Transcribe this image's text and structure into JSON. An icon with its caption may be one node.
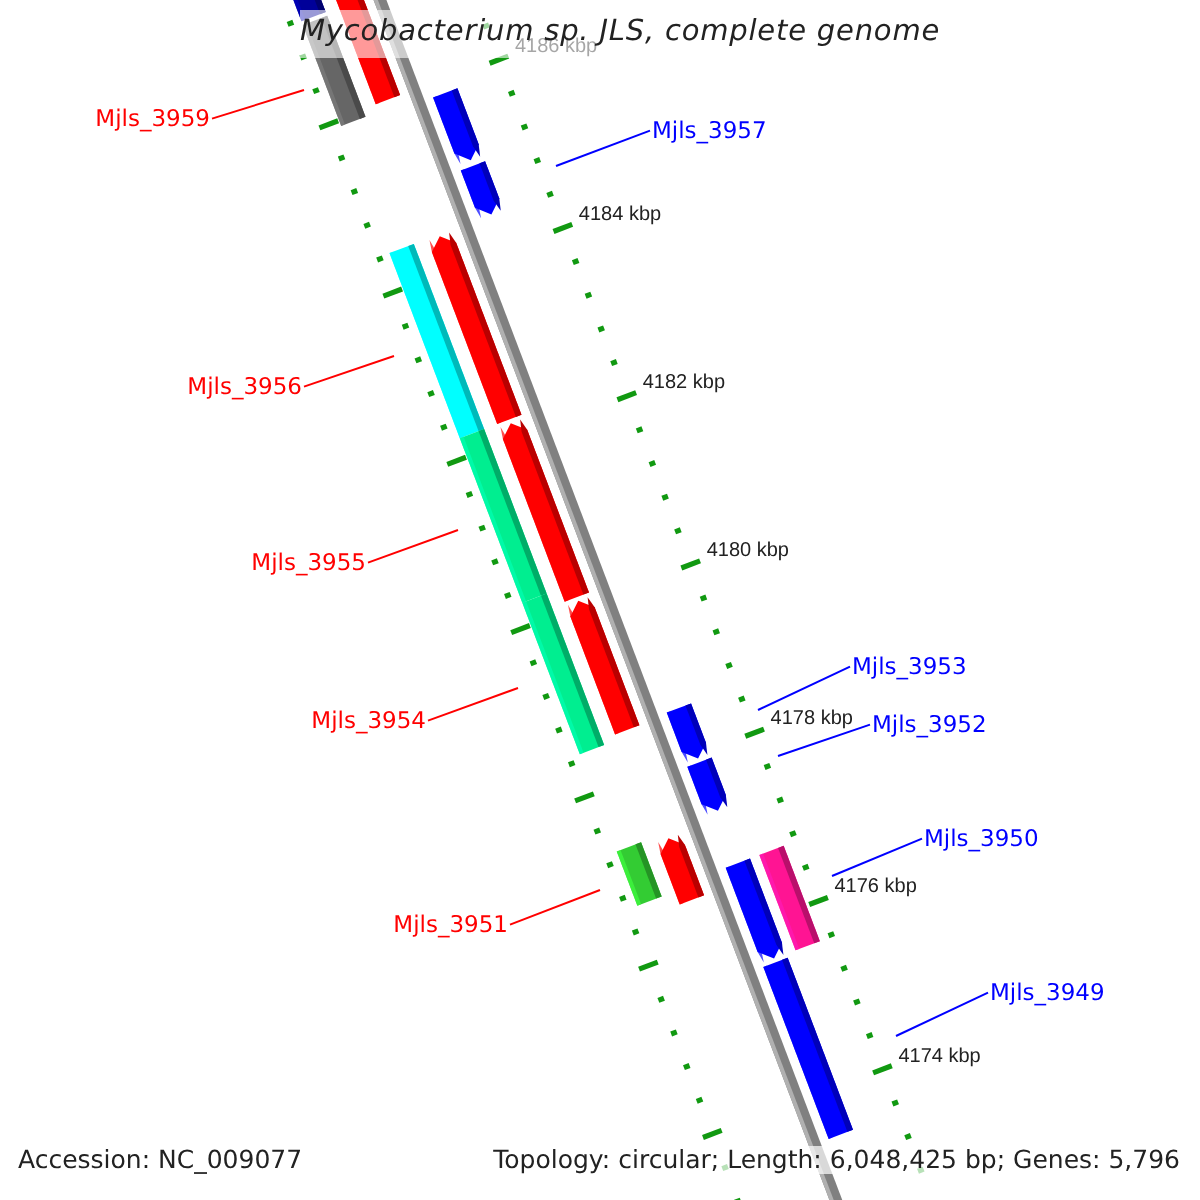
{
  "diagram": {
    "title": "Mycobacterium sp. JLS, complete genome",
    "nodes": [
      {
        "text": [
          "Mjls_3959"
        ]
      },
      {
        "text": [
          "Mjls_3957"
        ]
      },
      {
        "text": [
          "Mjls_3956"
        ]
      },
      {
        "text": [
          "Mjls_3955"
        ]
      },
      {
        "text": [
          "Mjls_3953"
        ]
      },
      {
        "text": [
          "Mjls_3952"
        ]
      },
      {
        "text": [
          "Mjls_3954"
        ]
      },
      {
        "text": [
          "Mjls_3950"
        ]
      },
      {
        "text": [
          "Mjls_3951"
        ]
      },
      {
        "text": [
          "Mjls_3949"
        ]
      },
      {
        "text": [],
        "shape": "bar"
      },
      {
        "text": [],
        "shape": "bar"
      },
      {
        "text": [],
        "shape": "bar"
      },
      {
        "text": [],
        "shape": "bar"
      },
      {
        "text": [],
        "shape": "bar"
      },
      {
        "text": [],
        "shape": "bar"
      },
      {
        "text": [],
        "shape": "bar"
      },
      {
        "text": [],
        "shape": "bar"
      },
      {
        "text": [],
        "shape": "bar"
      },
      {
        "text": [],
        "shape": "bar"
      }
    ],
    "edges": [
      {
        "from": 0,
        "to": 10,
        "arrow": "none",
        "color": "#ff0000"
      },
      {
        "from": 1,
        "to": 11,
        "arrow": "none",
        "color": "#0000ff"
      },
      {
        "from": 2,
        "to": 12,
        "arrow": "none",
        "color": "#ff0000"
      },
      {
        "from": 3,
        "to": 13,
        "arrow": "none",
        "color": "#ff0000"
      },
      {
        "from": 4,
        "to": 14,
        "arrow": "none",
        "color": "#0000ff"
      },
      {
        "from": 5,
        "to": 15,
        "arrow": "none",
        "color": "#0000ff"
      },
      {
        "from": 6,
        "to": 16,
        "arrow": "none",
        "color": "#ff0000"
      },
      {
        "from": 7,
        "to": 17,
        "arrow": "none",
        "color": "#0000ff"
      },
      {
        "from": 8,
        "to": 18,
        "arrow": "none",
        "color": "#ff0000"
      },
      {
        "from": 9,
        "to": 19,
        "arrow": "none",
        "color": "#0000ff"
      }
    ],
    "labels": [
      "4186 kbp",
      "4184 kbp",
      "4182 kbp",
      "4180 kbp",
      "4178 kbp",
      "4176 kbp",
      "4174 kbp",
      "Accession: NC_009077",
      "Topology: circular; Length: 6,048,425 bp; Genes: 5,796"
    ]
  }
}
